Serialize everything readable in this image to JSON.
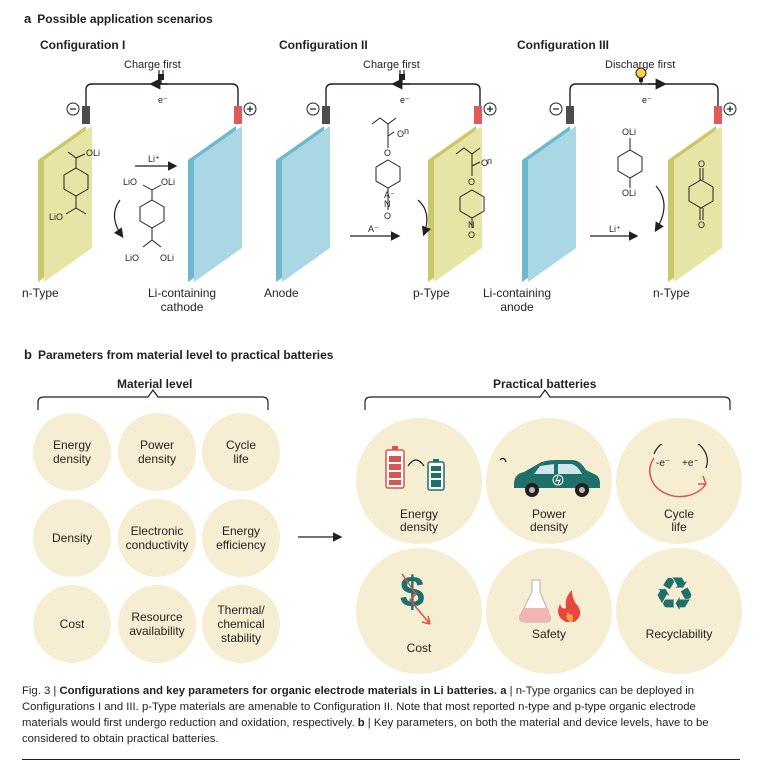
{
  "panel_a": {
    "letter": "a",
    "title": "Possible application scenarios",
    "configs": [
      {
        "title": "Configuration I",
        "action": "Charge first",
        "electron": "e⁻",
        "left_label": "n-Type",
        "right_label_line1": "Li-containing",
        "right_label_line2": "cathode",
        "ion": "Li⁺"
      },
      {
        "title": "Configuration II",
        "action": "Charge first",
        "electron": "e⁻",
        "left_label": "Anode",
        "right_label": "p-Type",
        "ion": "A⁻"
      },
      {
        "title": "Configuration III",
        "action": "Discharge first",
        "electron": "e⁻",
        "left_label_line1": "Li-containing",
        "left_label_line2": "anode",
        "right_label": "n-Type",
        "ion": "Li⁺"
      }
    ],
    "chem": {
      "oli": "OLi",
      "lio": "LiO",
      "o": "O",
      "n": "N",
      "a_minus": "A⁻",
      "n_sub": "n"
    }
  },
  "panel_b": {
    "letter": "b",
    "title": "Parameters from material level to practical batteries",
    "material_header": "Material level",
    "practical_header": "Practical batteries",
    "material_items": [
      [
        "Energy",
        "density"
      ],
      [
        "Power",
        "density"
      ],
      [
        "Cycle",
        "life"
      ],
      [
        "Density",
        ""
      ],
      [
        "Electronic",
        "conductivity"
      ],
      [
        "Energy",
        "efficiency"
      ],
      [
        "Cost",
        ""
      ],
      [
        "Resource",
        "availability"
      ],
      [
        "Thermal/",
        "chemical",
        "stability"
      ]
    ],
    "practical_items": [
      {
        "line1": "Energy",
        "line2": "density",
        "icon": "battery-charge-icon"
      },
      {
        "line1": "Power",
        "line2": "density",
        "icon": "electric-car-icon"
      },
      {
        "line1": "Cycle",
        "line2": "life",
        "icon": "cycle-arrows-icon",
        "sym1": "-e⁻",
        "sym2": "+e⁻"
      },
      {
        "line1": "Cost",
        "line2": "",
        "icon": "dollar-icon",
        "symbol": "$"
      },
      {
        "line1": "Safety",
        "line2": "",
        "icon": "flask-flame-icon"
      },
      {
        "line1": "Recyclability",
        "line2": "",
        "icon": "recycle-icon",
        "symbol": "♻"
      }
    ]
  },
  "caption": {
    "fig": "Fig. 3 |",
    "bold_title": "Configurations and key parameters for organic electrode materials in Li batteries.",
    "bold_a": "a",
    "text1": " | n-Type organics can be deployed in Configurations I and III. p-Type materials are amenable to Configuration II. Note that most reported n-type and p-type organic electrode materials would first undergo reduction and oxidation, respectively. ",
    "bold_b": "b",
    "text2": " | Key parameters, on both the material and device levels, have to be considered to obtain practical batteries."
  },
  "colors": {
    "n_type_panel": "#e6e5a6",
    "n_type_edge": "#c9c86a",
    "cathode_panel": "#a9d8e4",
    "cathode_edge": "#6fb9cc",
    "circle_fill": "#f6eed2",
    "terminal_neg": "#4d4d4d",
    "terminal_pos": "#e05a5a",
    "accent_red": "#d9534f",
    "accent_teal": "#1f6f6b"
  }
}
